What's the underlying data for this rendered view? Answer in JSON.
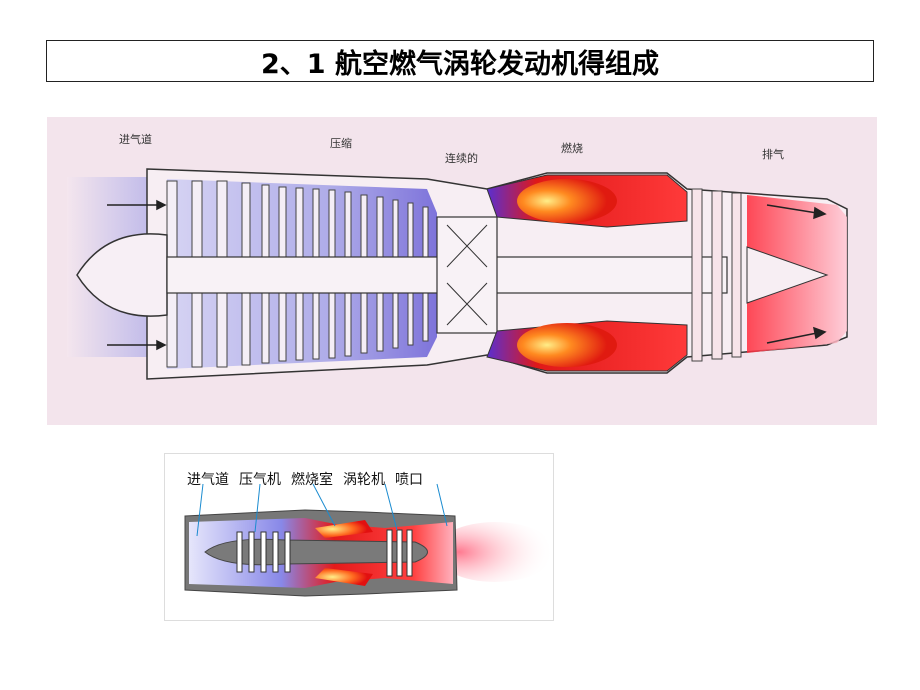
{
  "slide": {
    "title": "2、1  航空燃气涡轮发动机得组成"
  },
  "photo": {
    "labels": {
      "intake": "进气道",
      "compress": "压缩",
      "continuous": "连续的",
      "burn": "燃烧",
      "exhaust": "排气"
    }
  },
  "schematic": {
    "labels": [
      "进气道",
      "压气机",
      "燃烧室",
      "涡轮机",
      "喷口"
    ]
  },
  "colors": {
    "photo_bg": "#f4e6ee",
    "cold_air": "#6f6fd8",
    "hot_gas": "#e82020",
    "flame": "#ffcc33"
  }
}
